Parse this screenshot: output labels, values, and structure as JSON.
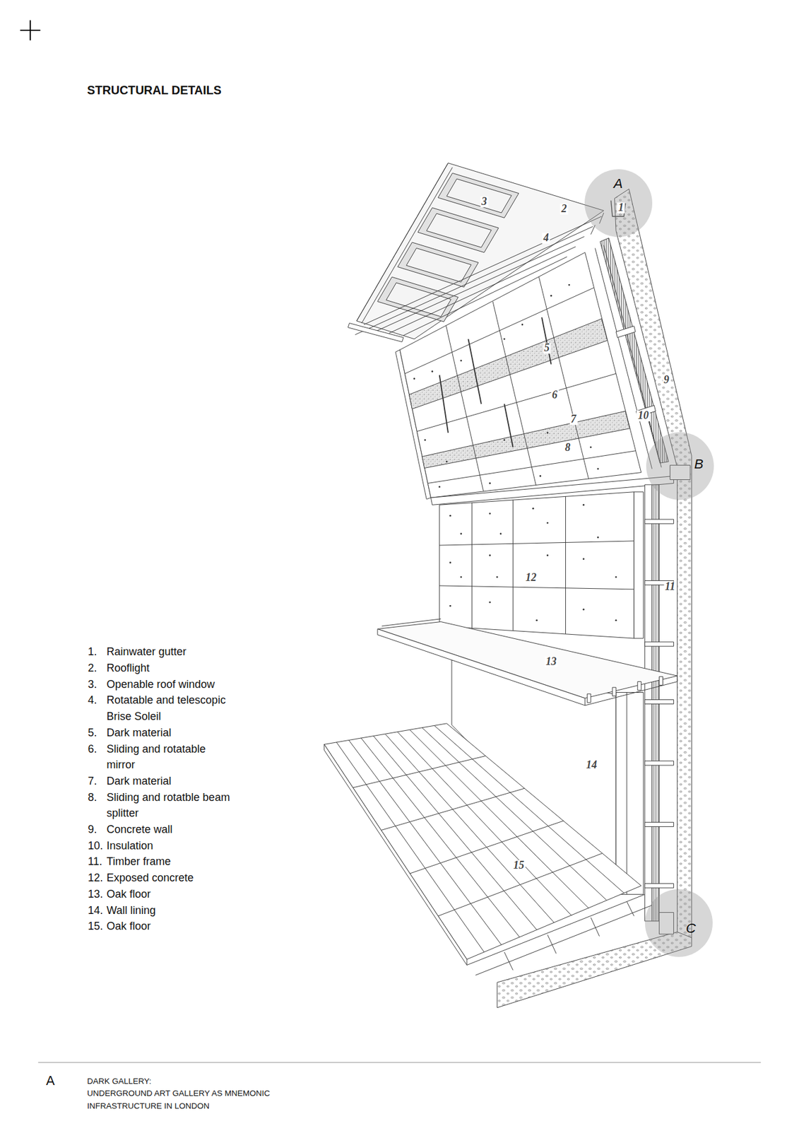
{
  "diagram": {
    "title": "STRUCTURAL DETAILS",
    "nodes": [
      {
        "text": [
          "A"
        ]
      },
      {
        "text": [
          "B"
        ]
      },
      {
        "text": [
          "C"
        ]
      }
    ],
    "labels": [
      "3",
      "2",
      "1",
      "4",
      "5",
      "6",
      "7",
      "8",
      "9",
      "10",
      "12",
      "11",
      "13",
      "14",
      "15",
      "1.",
      "Rainwater gutter",
      "2.",
      "Rooflight",
      "3.",
      "Openable roof window",
      "4.",
      "Rotatable and telescopic Brise Soleil",
      "5.",
      "Dark material",
      "6.",
      "Sliding and rotatable mirror",
      "7.",
      "Dark material",
      "8.",
      "Sliding and rotatble beam splitter",
      "9.",
      "Concrete wall",
      "10.",
      "Insulation",
      "11.",
      "Timber frame",
      "12.",
      "Exposed concrete",
      "13.",
      "Oak floor",
      "14.",
      "Wall lining",
      "15.",
      "Oak floor",
      "A",
      "DARK GALLERY:",
      "UNDERGROUND ART GALLERY AS MNEMONIC",
      "INFRASTRUCTURE IN LONDON"
    ]
  }
}
